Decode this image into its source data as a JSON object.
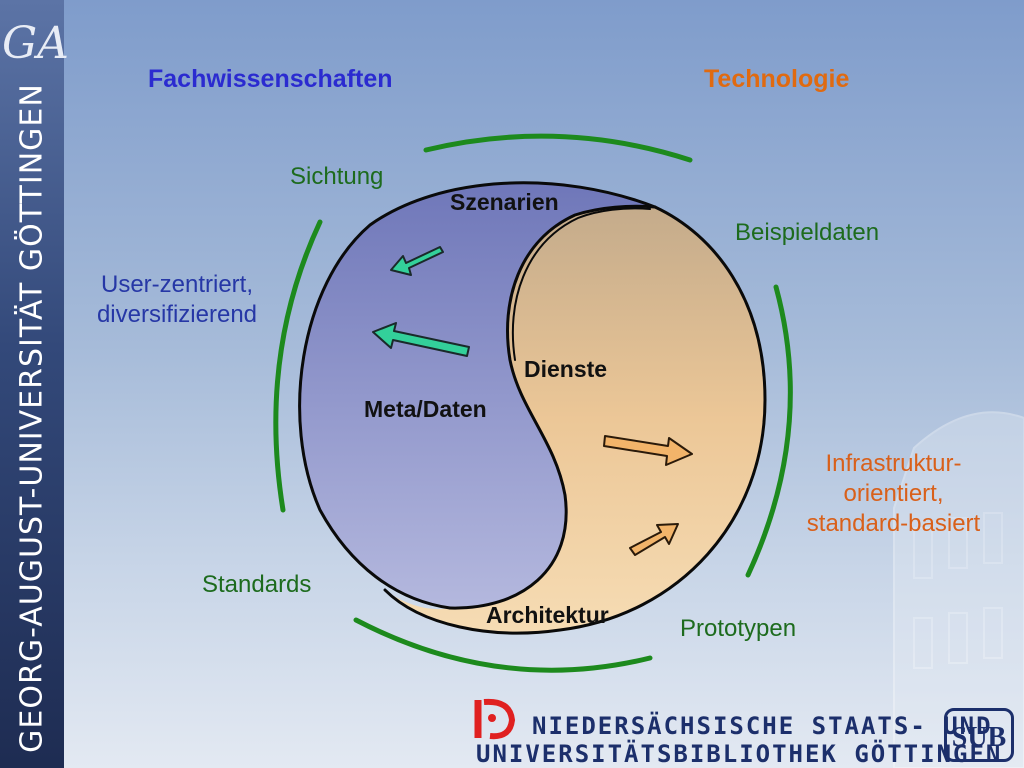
{
  "colors": {
    "blue_region": "#8b92c8",
    "tan_region": "#e9c99c",
    "arc_green": "#1d8a1d",
    "arrow_teal": "#33d09a",
    "arrow_orange": "#f2b46a",
    "header_fach": "#2b2bd0",
    "header_tech": "#e06a10"
  },
  "sidebar": {
    "university": "GEORG-AUGUST-UNIVERSITÄT GÖTTINGEN",
    "logo_icon": "GA-monogram-icon"
  },
  "headers": {
    "fachwissenschaften": "Fachwissenschaften",
    "technologie": "Technologie"
  },
  "cycle_labels": {
    "sichtung": "Sichtung",
    "beispieldaten": "Beispieldaten",
    "standards": "Standards",
    "prototypen": "Prototypen"
  },
  "side_labels": {
    "user_zentriert_line1": "User-zentriert,",
    "user_zentriert_line2": "diversifizierend",
    "infra_line1": "Infrastruktur-",
    "infra_line2": "orientiert,",
    "infra_line3": "standard-basiert"
  },
  "inner_labels": {
    "szenarien": "Szenarien",
    "dienste": "Dienste",
    "meta_daten": "Meta/Daten",
    "architektur": "Architektur"
  },
  "footer": {
    "line1": "NIEDERSÄCHSISCHE STAATS- UND",
    "line2": "UNIVERSITÄTSBIBLIOTHEK GÖTTINGEN",
    "sub_logo": "SUB"
  }
}
